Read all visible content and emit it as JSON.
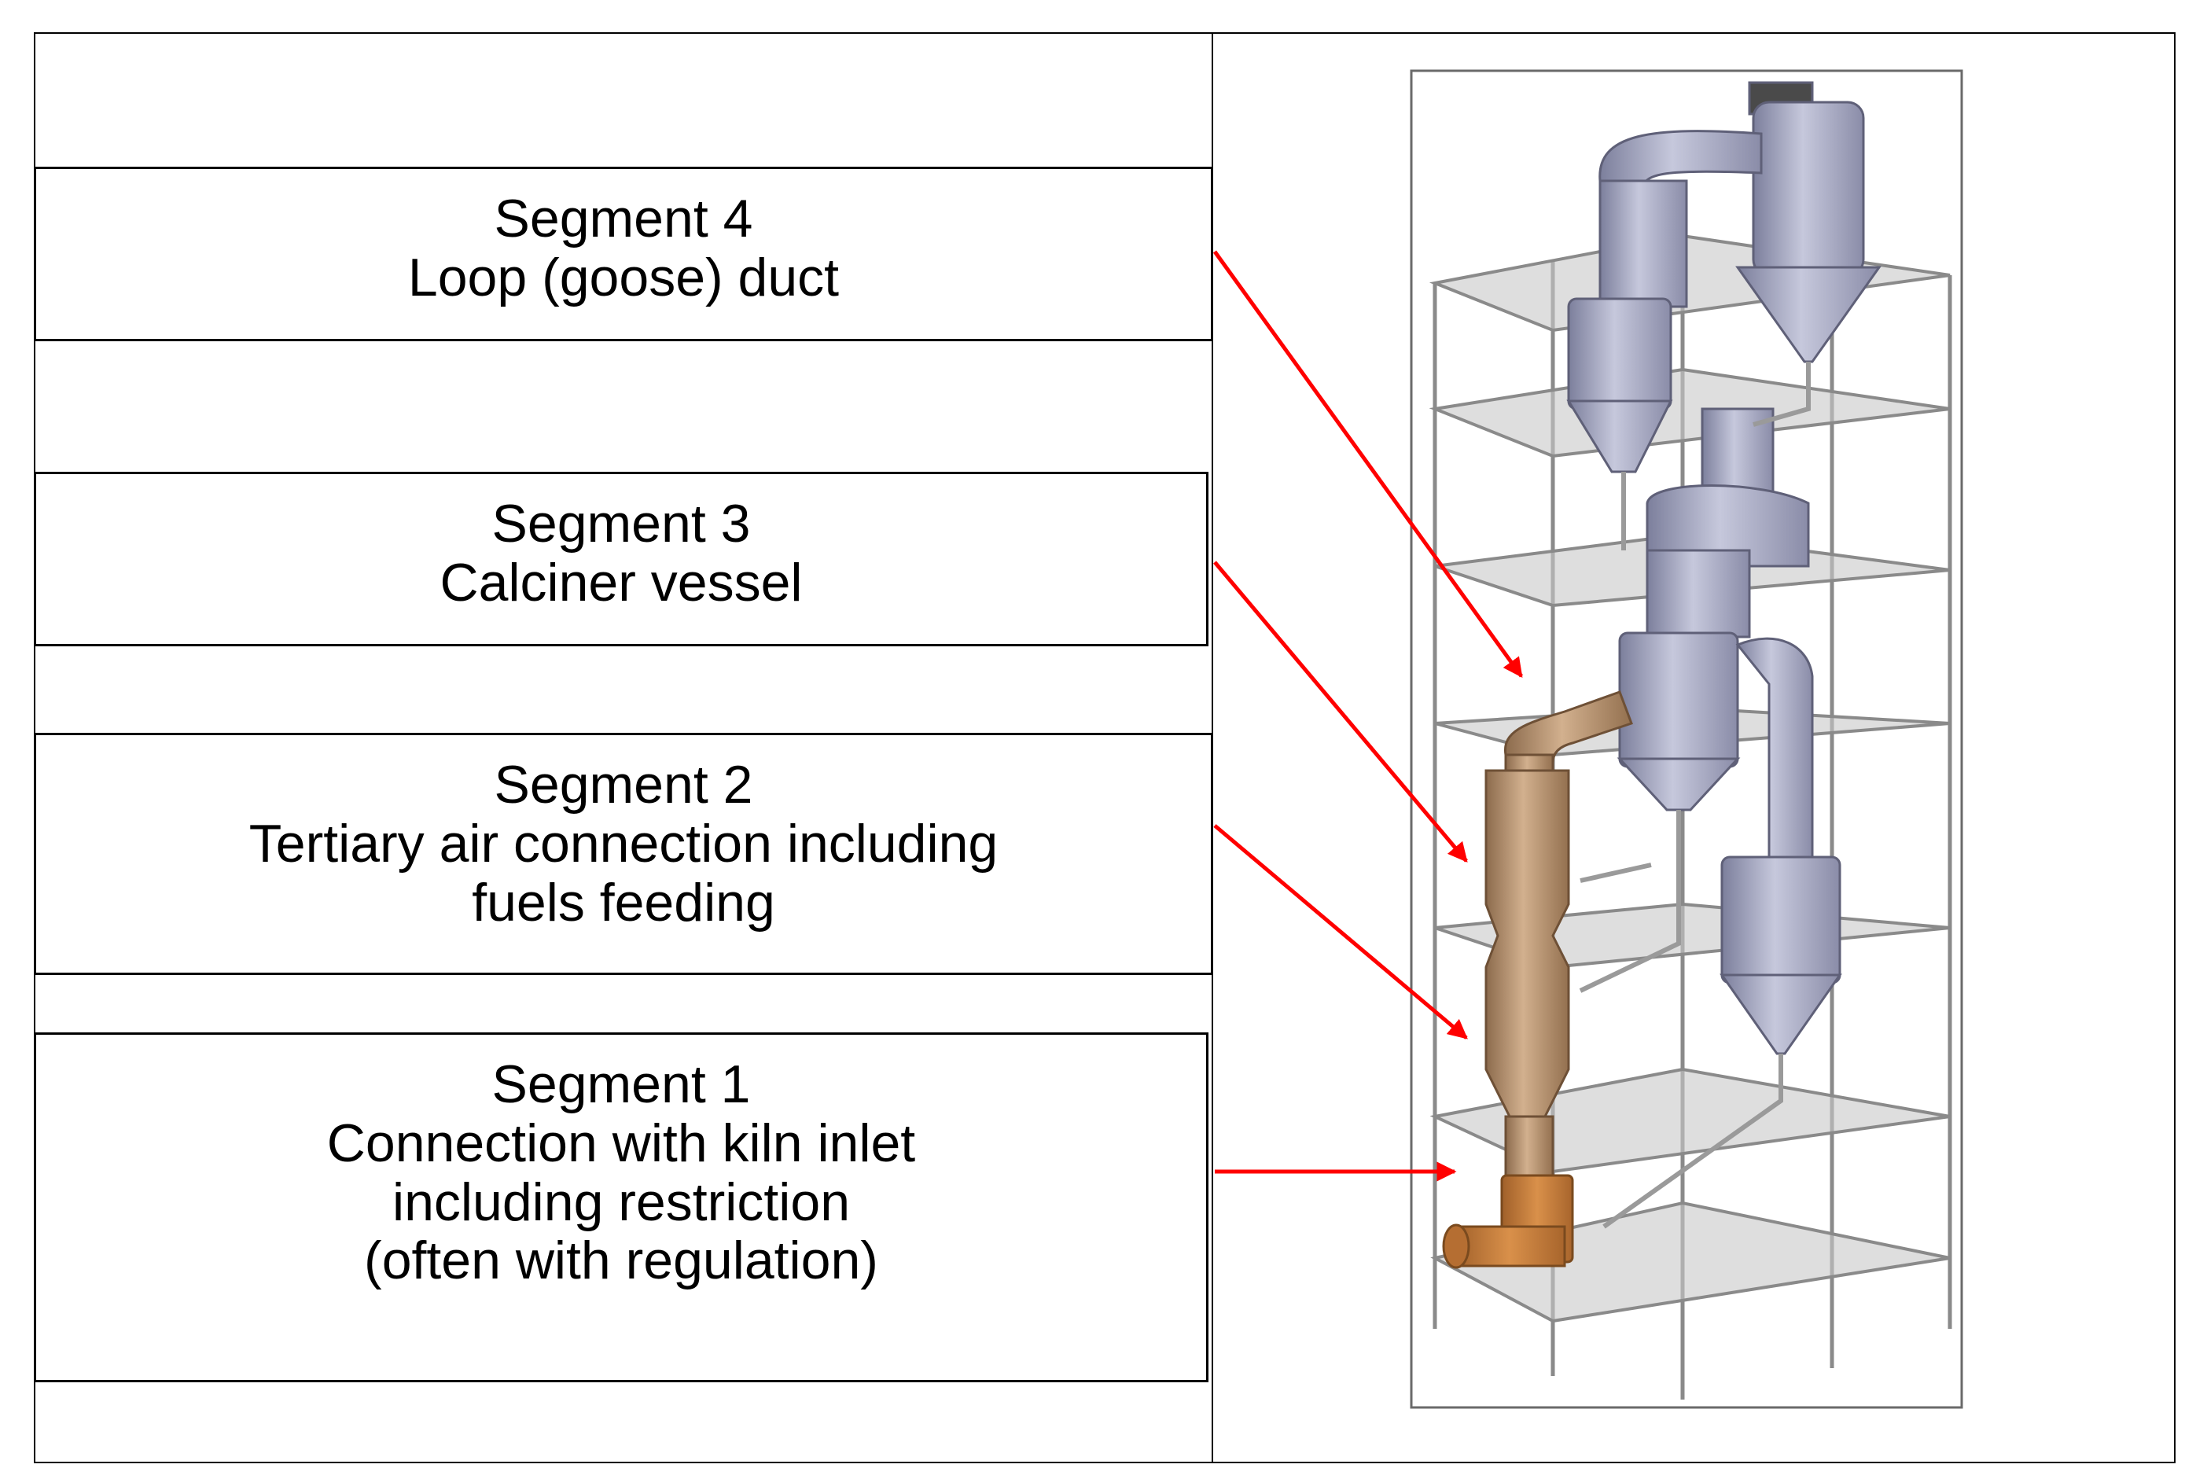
{
  "segments": [
    {
      "id": "4",
      "title": "Segment 4",
      "description": "Loop (goose) duct"
    },
    {
      "id": "3",
      "title": "Segment 3",
      "description": "Calciner vessel"
    },
    {
      "id": "2",
      "title": "Segment 2",
      "description": "Tertiary air connection including\nfuels feeding"
    },
    {
      "id": "1",
      "title": "Segment 1",
      "description": "Connection with kiln inlet\nincluding restriction\n(often with regulation)"
    }
  ],
  "colors": {
    "arrow": "#ff0000",
    "preheater": "#a9abc4",
    "calciner": "#b5916c",
    "kiln_inlet": "#c57a3a",
    "structure": "#8a8a8a"
  }
}
